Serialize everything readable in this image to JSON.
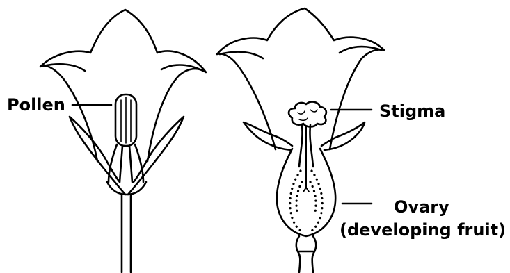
{
  "labels": {
    "pollen": "Pollen",
    "stigma": "Stigma",
    "ovary": "Ovary",
    "fruit": "(developing fruit)"
  },
  "colors": {
    "ink": "#000000",
    "background": "#ffffff"
  }
}
